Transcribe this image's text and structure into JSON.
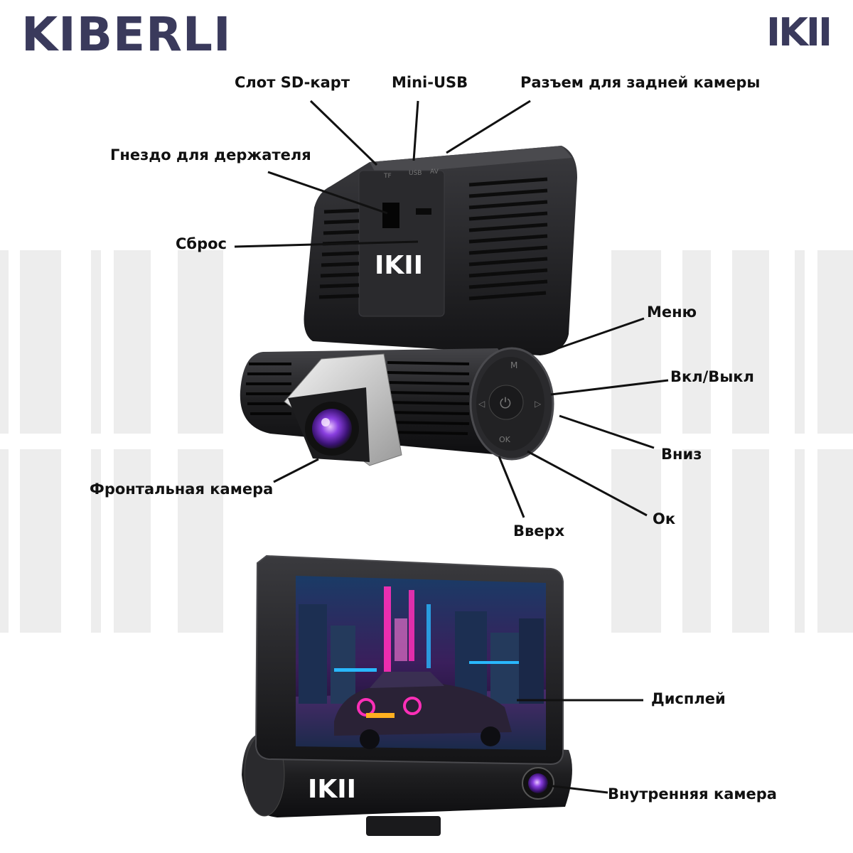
{
  "brand": {
    "name": "KIBERLI",
    "logo": "IKII",
    "color": "#3a3a5c"
  },
  "labels": {
    "sd_slot": "Слот SD-карт",
    "mini_usb": "Mini-USB",
    "rear_cam_port": "Разъем для задней камеры",
    "holder_socket": "Гнездо для держателя",
    "reset": "Сброс",
    "menu": "Меню",
    "power": "Вкл/Выкл",
    "down": "Вниз",
    "up": "Вверх",
    "ok": "Ок",
    "front_camera": "Фронтальная камера",
    "display": "Дисплей",
    "inner_camera": "Внутренняя камера"
  },
  "device": {
    "port_marks": [
      "TF",
      "USB",
      "AV"
    ],
    "button_marks": {
      "menu": "M",
      "ok": "OK"
    }
  },
  "colors": {
    "stripe": "#ededed",
    "body": "#1c1c1e",
    "body_light": "#2b2b2e",
    "lens": "#6a2fc0",
    "neon_pink": "#ff2fb8",
    "neon_blue": "#29b8ff"
  }
}
